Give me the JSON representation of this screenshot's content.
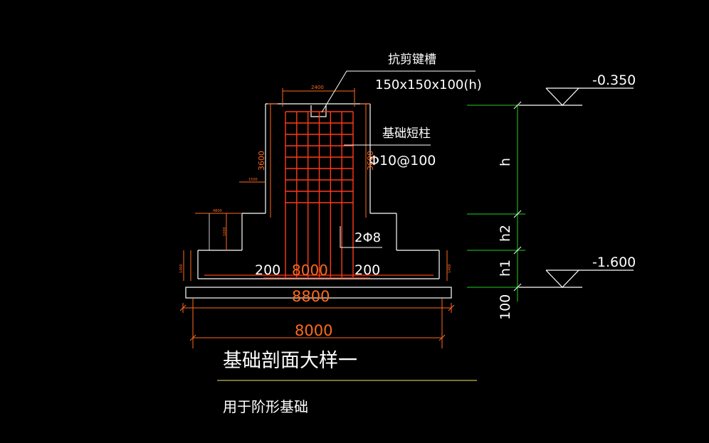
{
  "annotations": {
    "shear_key_title": "抗剪键槽",
    "shear_key_size": "150x150x100(h)",
    "pier_title": "基础短柱",
    "pier_rebar": "Φ10@100",
    "rebar_2phi8": "2Φ8",
    "col_width_label": "2400",
    "col_height_left": "3600",
    "col_height_right": "3600",
    "step_1500": "1500",
    "step_4800": "4800",
    "step_1000": "1000",
    "left_margin_mm": "200",
    "right_margin_mm": "200",
    "base_width_1": "8000",
    "base_width_2": "8800",
    "base_width_3": "8000",
    "tiny_edge_left": "1400",
    "tiny_edge_right": "1400"
  },
  "levels": {
    "top": "-0.350",
    "bottom": "-1.600"
  },
  "dims_right": {
    "h": "h",
    "h2": "h2",
    "h1": "h1",
    "d100": "100"
  },
  "titles": {
    "main": "基础剖面大样一",
    "sub": "用于阶形基础"
  },
  "colors": {
    "background": "#000000",
    "outline": "#ffffff",
    "rebar": "#ff3a1a",
    "dim": "#ff6a1e",
    "dim_green": "#1fd01f",
    "title_line": "#f5e66a"
  }
}
